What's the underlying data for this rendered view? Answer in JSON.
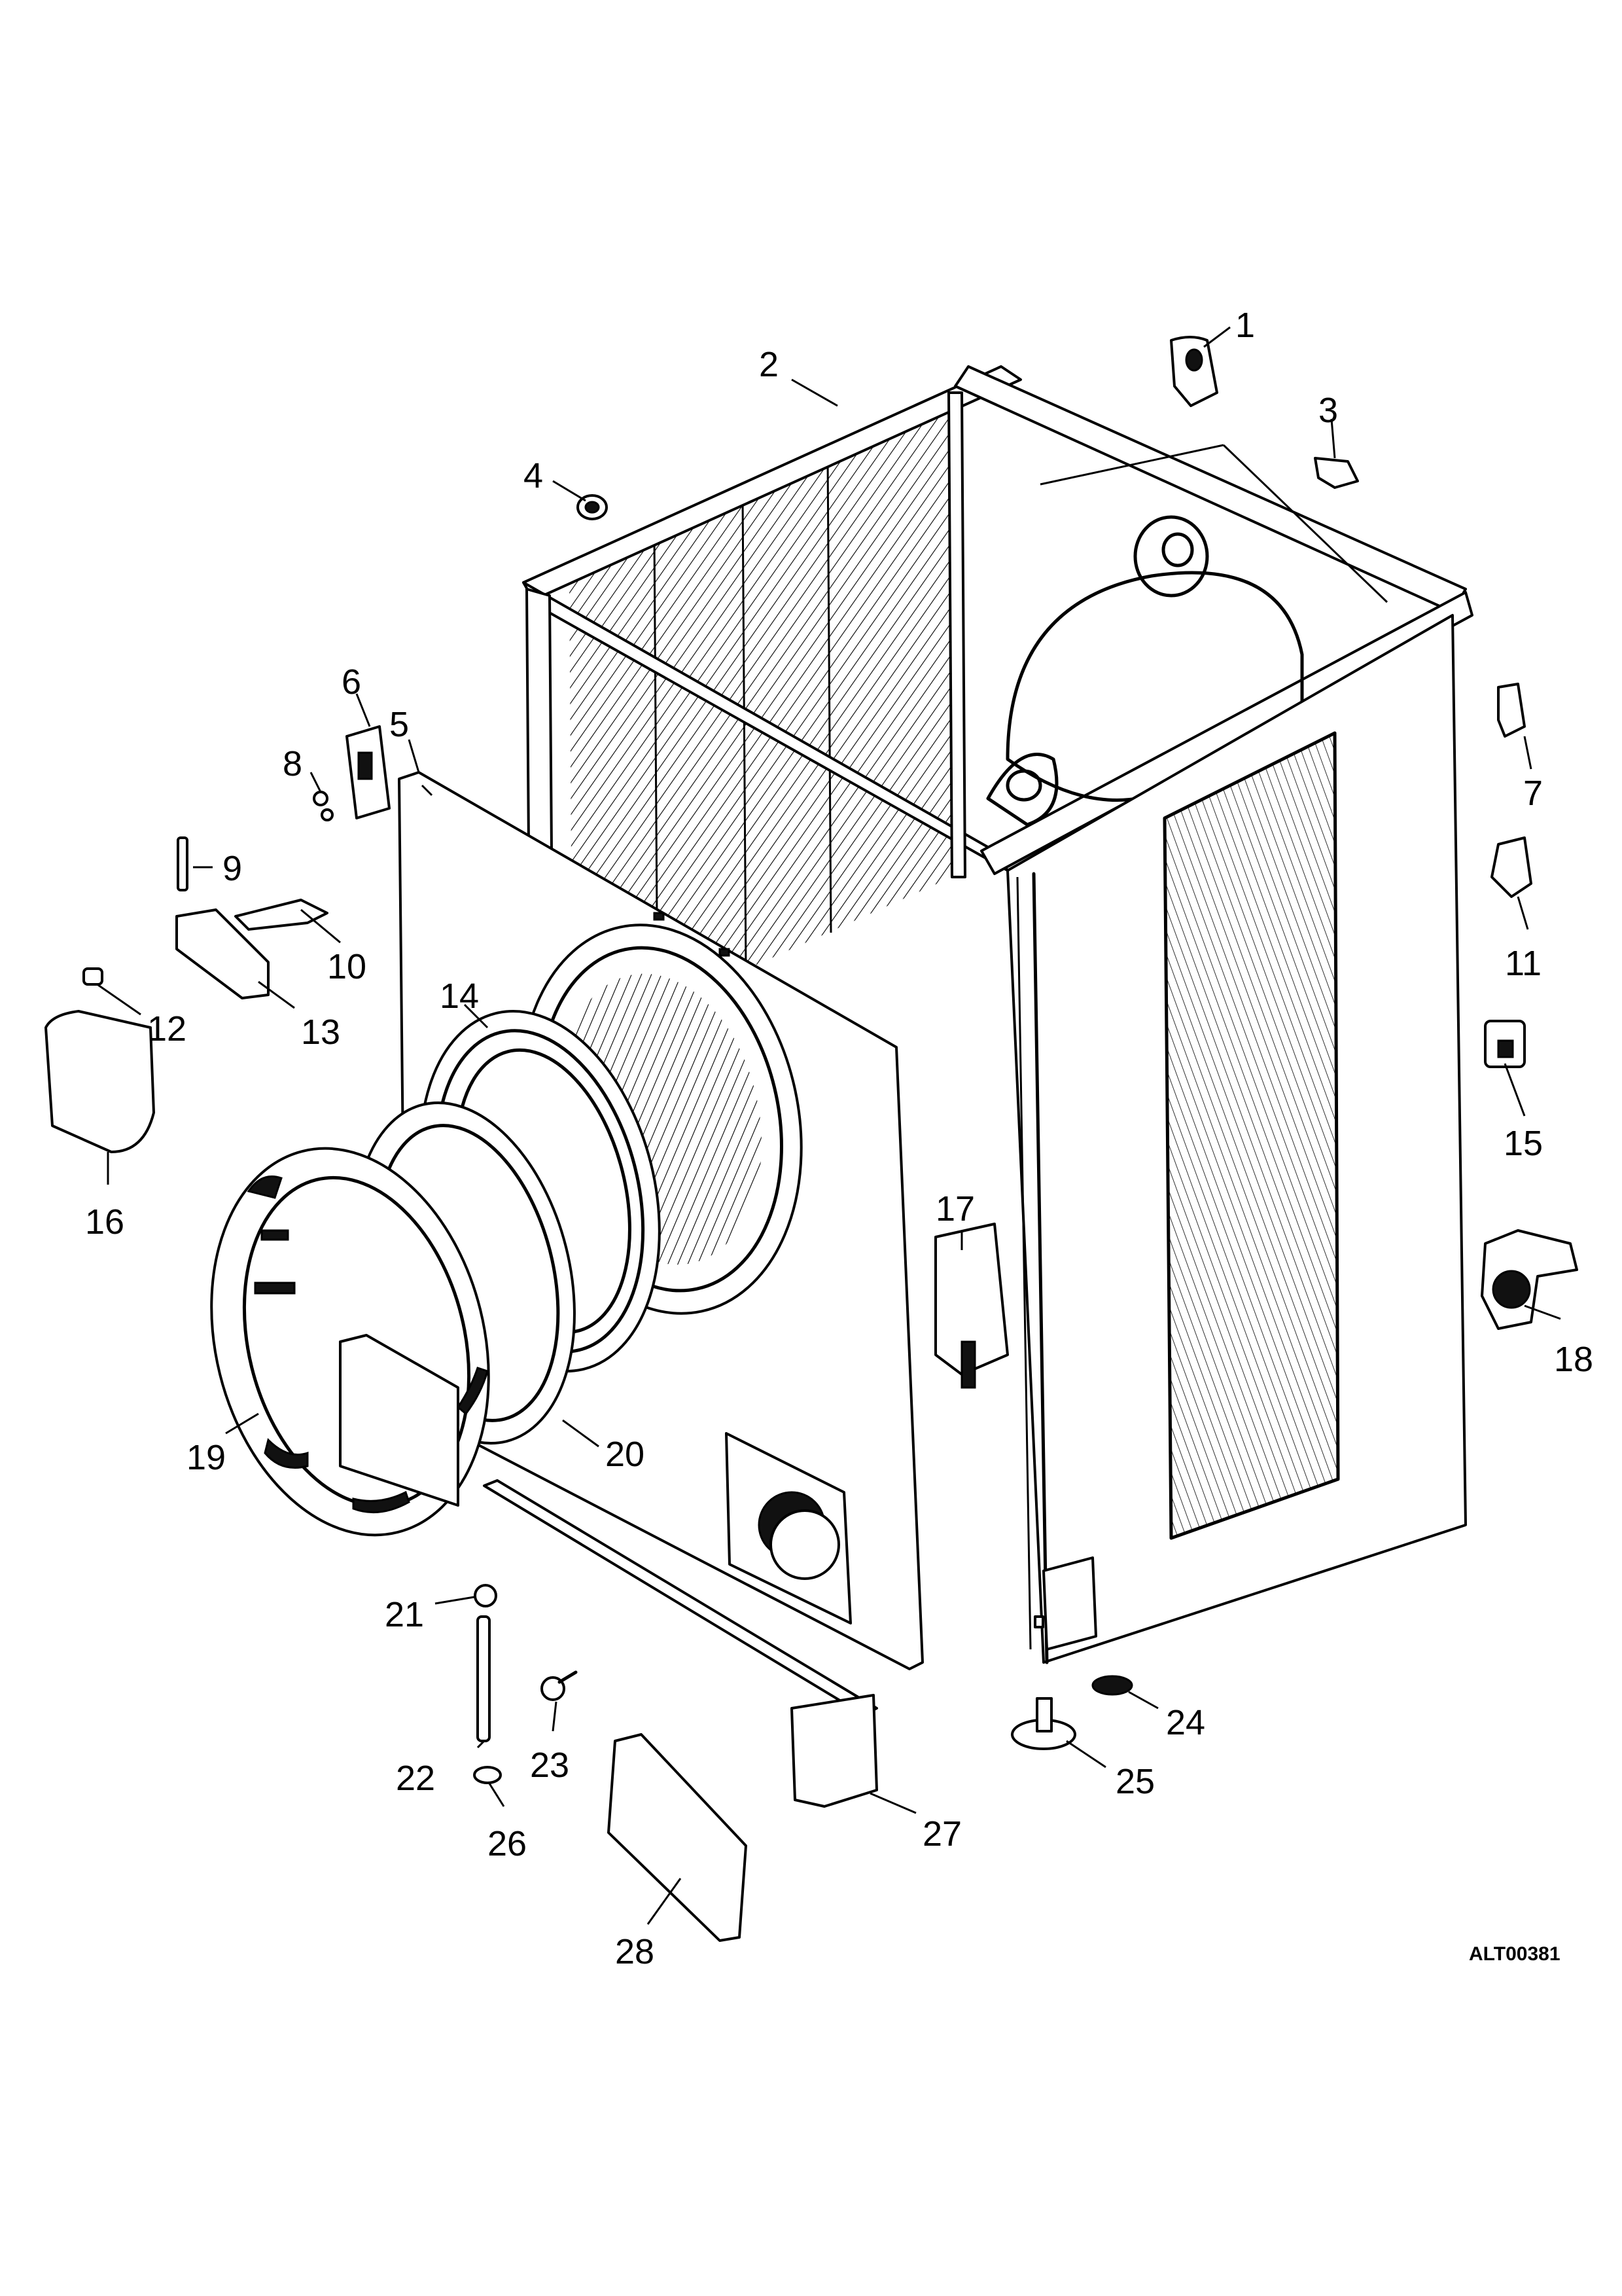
{
  "figure_code": "ALT00381",
  "callouts": [
    {
      "label": "1"
    },
    {
      "label": "2"
    },
    {
      "label": "3"
    },
    {
      "label": "4"
    },
    {
      "label": "5"
    },
    {
      "label": "6"
    },
    {
      "label": "7"
    },
    {
      "label": "8"
    },
    {
      "label": "9"
    },
    {
      "label": "10"
    },
    {
      "label": "11"
    },
    {
      "label": "12"
    },
    {
      "label": "13"
    },
    {
      "label": "14"
    },
    {
      "label": "15"
    },
    {
      "label": "16"
    },
    {
      "label": "17"
    },
    {
      "label": "18"
    },
    {
      "label": "19"
    },
    {
      "label": "20"
    },
    {
      "label": "21"
    },
    {
      "label": "22"
    },
    {
      "label": "23"
    },
    {
      "label": "24"
    },
    {
      "label": "25"
    },
    {
      "label": "26"
    },
    {
      "label": "27"
    },
    {
      "label": "28"
    }
  ]
}
